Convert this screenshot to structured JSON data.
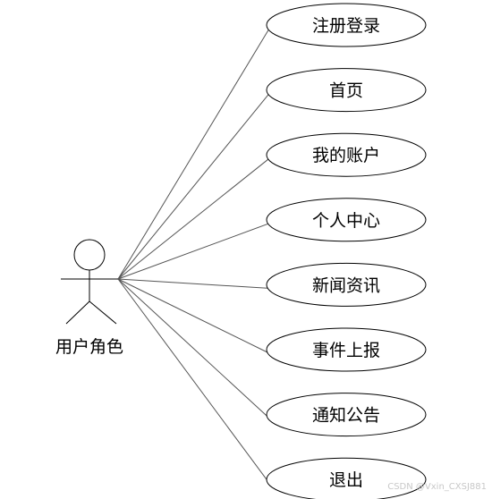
{
  "actor": {
    "label": "用户角色"
  },
  "use_cases": [
    {
      "label": "注册登录"
    },
    {
      "label": "首页"
    },
    {
      "label": "我的账户"
    },
    {
      "label": "个人中心"
    },
    {
      "label": "新闻资讯"
    },
    {
      "label": "事件上报"
    },
    {
      "label": "通知公告"
    },
    {
      "label": "退出"
    }
  ],
  "watermark": "CSDN @Vxin_CXSJ881",
  "colors": {
    "stroke": "#000000",
    "line": "#555555",
    "background": "#ffffff"
  }
}
